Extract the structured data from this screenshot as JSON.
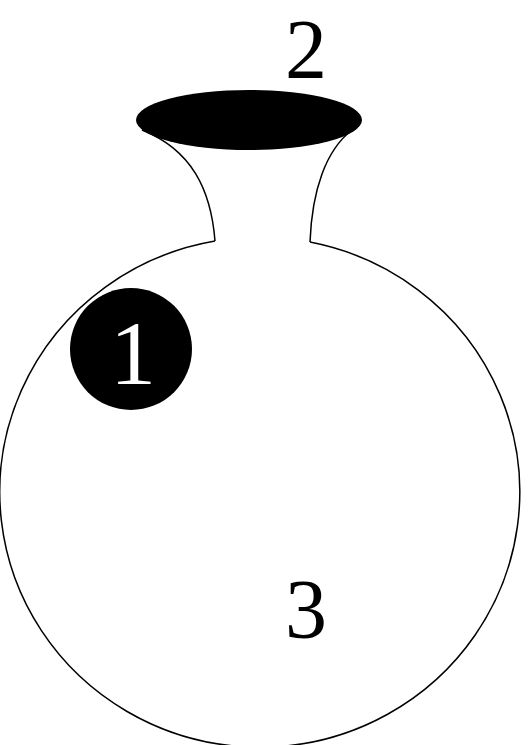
{
  "diagram": {
    "nodes": [
      {
        "text": [
          "1"
        ]
      }
    ],
    "labels": [
      "2",
      "3"
    ]
  }
}
